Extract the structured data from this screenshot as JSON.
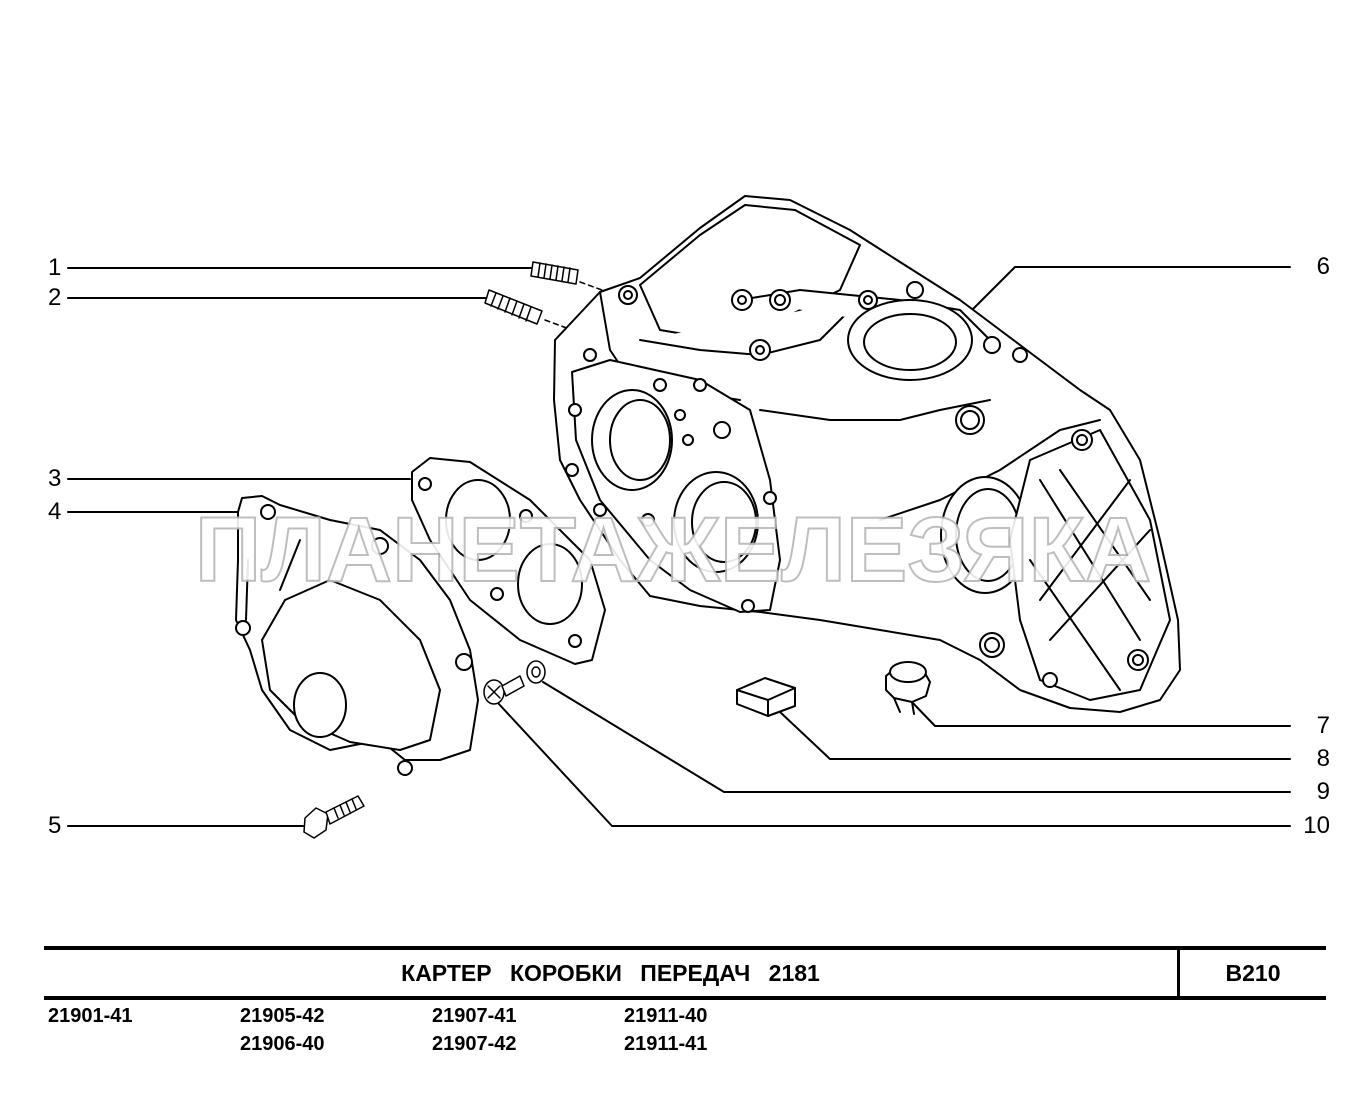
{
  "title": "КАРТЕР КОРОБКИ ПЕРЕДАЧ 2181",
  "code": "B210",
  "watermark": "ПЛАНЕТАЖЕЛЕЗЯКА",
  "callouts": {
    "c1": "1",
    "c2": "2",
    "c3": "3",
    "c4": "4",
    "c5": "5",
    "c6": "6",
    "c7": "7",
    "c8": "8",
    "c9": "9",
    "c10": "10"
  },
  "variants": {
    "col1": [
      "21901-41"
    ],
    "col2": [
      "21905-42",
      "21906-40"
    ],
    "col3": [
      "21907-41",
      "21907-42"
    ],
    "col4": [
      "21911-40",
      "21911-41"
    ]
  }
}
